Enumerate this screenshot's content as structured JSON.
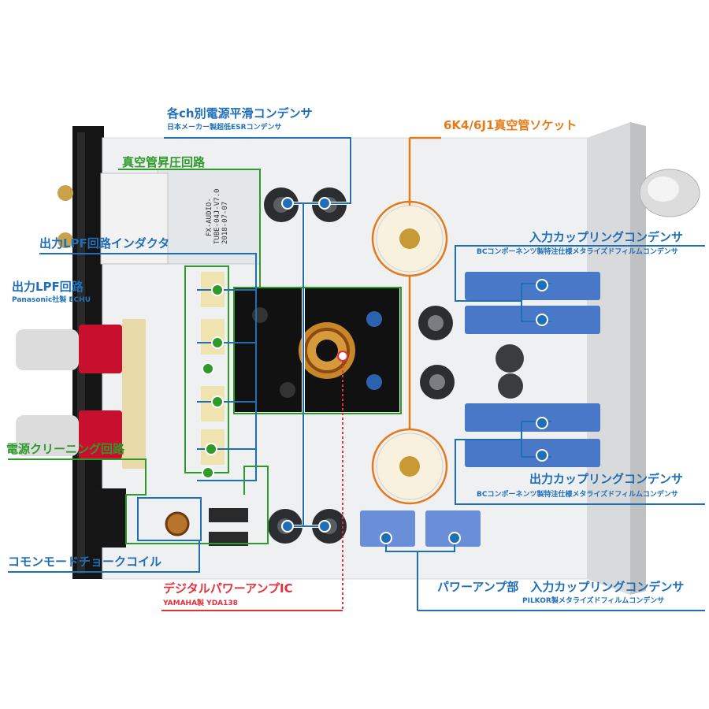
{
  "colors": {
    "blue": "#1f6fb8",
    "green": "#2e9a2a",
    "orange": "#e67a18",
    "red": "#e0303a",
    "pcb": "#eef0f2",
    "heatsink": "#d9dadb",
    "board_black": "#151515"
  },
  "board": {
    "silkscreen_model": "FX-AUDIO-",
    "silkscreen_board": "TUBE-04J-V7.0",
    "silkscreen_date": "2018-07-07"
  },
  "labels": {
    "smoothing_caps": {
      "title": "各ch別電源平滑コンデンサ",
      "sub": "日本メーカー製超低ESRコンデンサ"
    },
    "tube_socket": {
      "title": "6K4/6J1真空管ソケット"
    },
    "tube_boost": {
      "title": "真空管昇圧回路"
    },
    "lpf_inductor": {
      "title": "出力LPF回路インダクタ"
    },
    "lpf_circuit": {
      "title": "出力LPF回路",
      "sub": "Panasonic社製 ECHU"
    },
    "input_coupling": {
      "title": "入力カップリングコンデンサ",
      "sub": "BCコンポーネンツ製特注仕様メタライズドフィルムコンデンサ"
    },
    "output_coupling": {
      "title": "出力カップリングコンデンサ",
      "sub": "BCコンポーネンツ製特注仕様メタライズドフィルムコンデンサ"
    },
    "power_cleaning": {
      "title": "電源クリーニング回路"
    },
    "common_mode_choke": {
      "title": "コモンモードチョークコイル"
    },
    "digital_amp": {
      "title": "デジタルパワーアンプIC",
      "sub": "YAMAHA製 YDA138"
    },
    "power_amp_coupling": {
      "title": "パワーアンプ部　入力カップリングコンデンサ",
      "sub": "PILKOR製メタライズドフィルムコンデンサ"
    }
  }
}
